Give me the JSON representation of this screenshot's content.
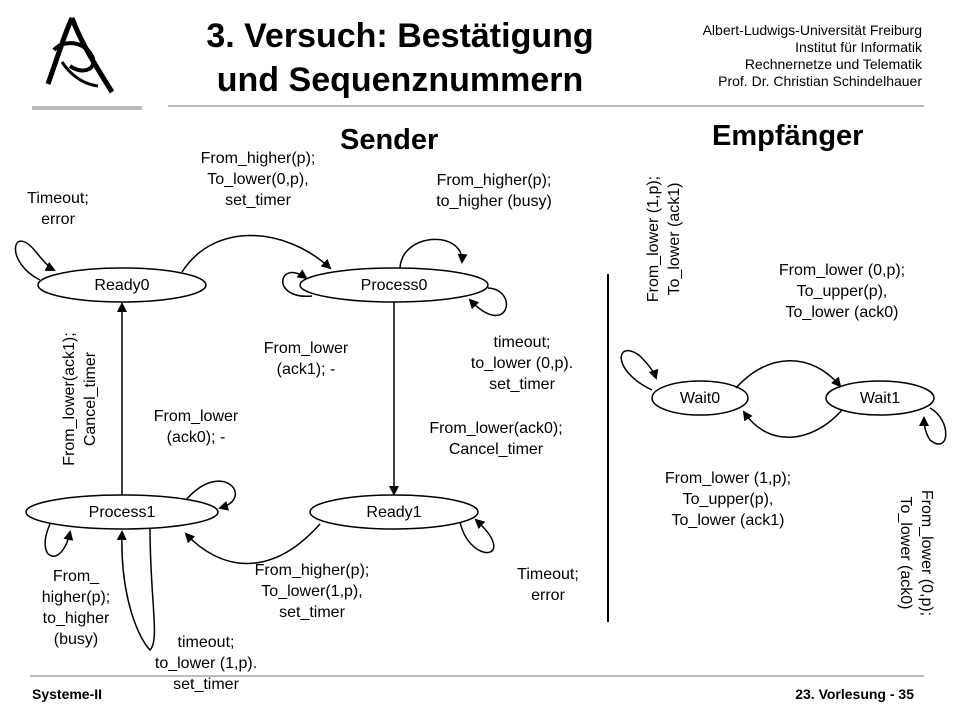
{
  "slide": {
    "title_line1": "3. Versuch: Bestätigung",
    "title_line2": "und Sequenznummern",
    "institution": [
      "Albert-Ludwigs-Universität Freiburg",
      "Institut für Informatik",
      "Rechnernetze und Telematik",
      "Prof. Dr. Christian Schindelhauer"
    ],
    "footer_left": "Systeme-II",
    "footer_right": "23. Vorlesung  - 35"
  },
  "sender": {
    "heading": "Sender",
    "states": {
      "ready0": "Ready0",
      "process0": "Process0",
      "process1": "Process1",
      "ready1": "Ready1"
    },
    "labels": {
      "timeout_error_top": [
        "Timeout;",
        "error"
      ],
      "from_higher_01": [
        "From_higher(p);",
        "To_lower(0,p),",
        "set_timer"
      ],
      "from_higher_busy_top": [
        "From_higher(p);",
        "to_higher (busy)"
      ],
      "from_lower_ack1": [
        "From_lower",
        "(ack1); -"
      ],
      "timeout_p0": [
        "timeout;",
        "to_lower (0,p).",
        "set_timer"
      ],
      "from_lower_ack0_cancel": [
        "From_lower(ack0);",
        "Cancel_timer"
      ],
      "from_lower_ack0": [
        "From_lower",
        "(ack0); -"
      ],
      "from_lower_ack1_cancel": [
        "From_lower(ack1);",
        "Cancel_timer"
      ],
      "from_higher_busy_bottom": [
        "From_",
        "higher(p);",
        "to_higher",
        "(busy)"
      ],
      "timeout_p1": [
        "timeout;",
        "to_lower (1,p).",
        "set_timer"
      ],
      "from_higher_11": [
        "From_higher(p);",
        "To_lower(1,p),",
        "set_timer"
      ],
      "timeout_error_bottom": [
        "Timeout;",
        "error"
      ]
    }
  },
  "receiver": {
    "heading": "Empfänger",
    "states": {
      "wait0": "Wait0",
      "wait1": "Wait1"
    },
    "labels": {
      "from_lower_1p_ack1_vertical": [
        "From_lower (1,p);",
        "To_lower (ack1)"
      ],
      "from_lower_0p_upper": [
        "From_lower (0,p);",
        "To_upper(p),",
        "To_lower (ack0)"
      ],
      "from_lower_1p_upper": [
        "From_lower (1,p);",
        "To_upper(p),",
        "To_lower (ack1)"
      ],
      "from_lower_0p_ack0_vertical": [
        "From_lower (0,p);",
        "To_lower (ack0)"
      ]
    }
  }
}
